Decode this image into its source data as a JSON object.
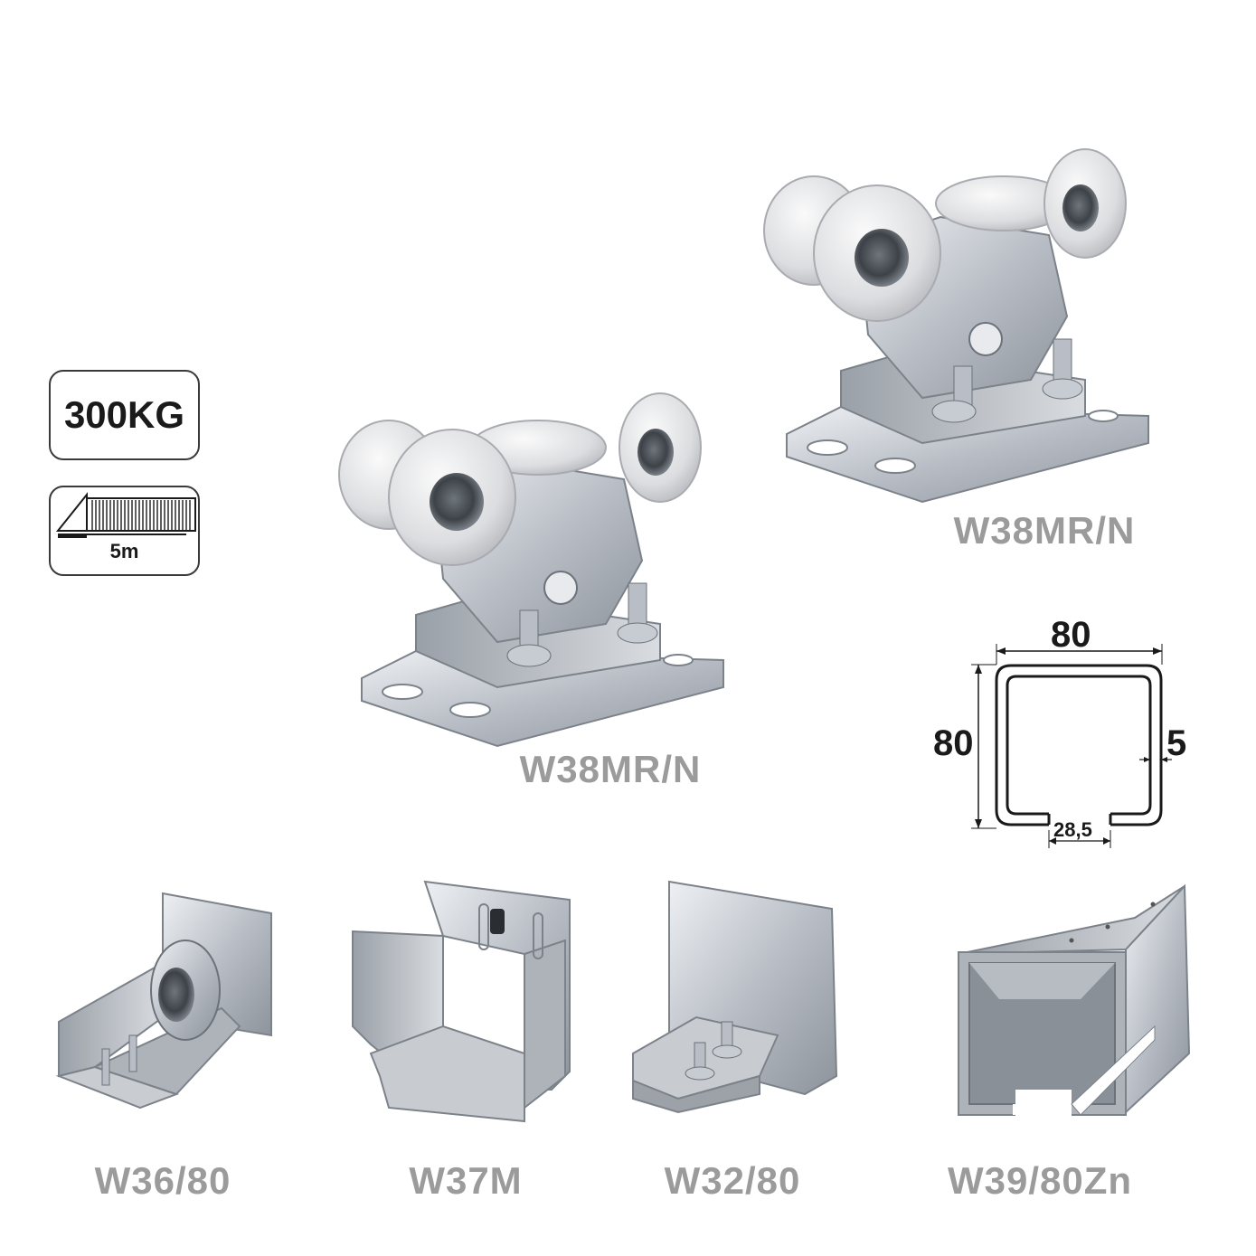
{
  "badges": {
    "weight": "300KG",
    "length": "5m"
  },
  "products": {
    "carriage_back": "W38MR/N",
    "carriage_front": "W38MR/N",
    "roller_stop": "W36/80",
    "catcher": "W37M",
    "end_cap": "W32/80",
    "rail": "W39/80Zn"
  },
  "profile": {
    "width": "80",
    "height": "80",
    "thickness": "5",
    "slot": "28,5"
  },
  "colors": {
    "label_gray": "#9b9b9b",
    "steel": "#c5c9cf",
    "wheel": "#e6e7e8"
  }
}
